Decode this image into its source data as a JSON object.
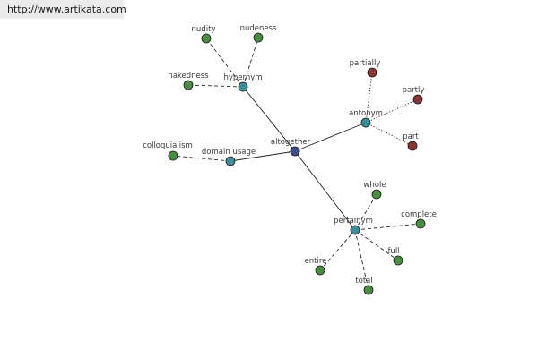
{
  "banner": {
    "url_text": "http://www.artikata.com"
  },
  "colors": {
    "center": "#3d4e8c",
    "relation": "#3a8e99",
    "word": "#4a8c42",
    "antonym_word": "#8a3535"
  },
  "graph": {
    "center": {
      "label": "altogether"
    },
    "relations": [
      {
        "label": "hypernym"
      },
      {
        "label": "antonym"
      },
      {
        "label": "domain usage"
      },
      {
        "label": "pertainym"
      }
    ],
    "words": [
      {
        "label": "nudity"
      },
      {
        "label": "nudeness"
      },
      {
        "label": "nakedness"
      },
      {
        "label": "partially"
      },
      {
        "label": "partly"
      },
      {
        "label": "part"
      },
      {
        "label": "colloquialism"
      },
      {
        "label": "whole"
      },
      {
        "label": "complete"
      },
      {
        "label": "full"
      },
      {
        "label": "entire"
      },
      {
        "label": "total"
      }
    ]
  }
}
